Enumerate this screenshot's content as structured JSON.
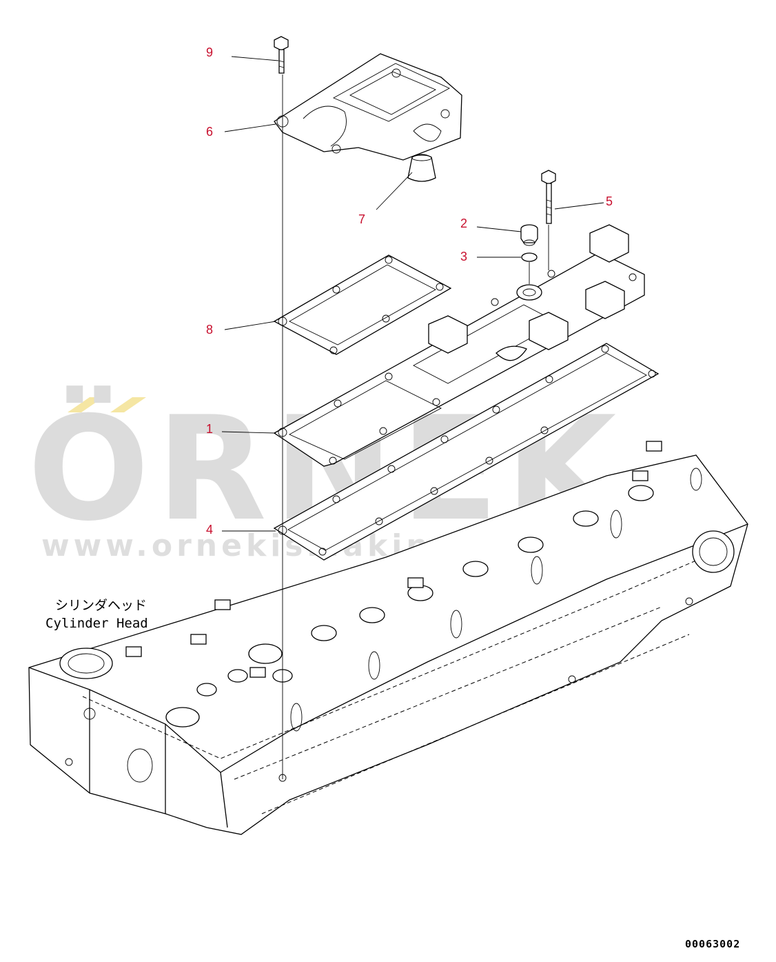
{
  "diagram": {
    "callouts": [
      {
        "label": "1"
      },
      {
        "label": "2"
      },
      {
        "label": "3"
      },
      {
        "label": "4"
      },
      {
        "label": "5"
      },
      {
        "label": "6"
      },
      {
        "label": "7"
      },
      {
        "label": "8"
      },
      {
        "label": "9"
      }
    ],
    "caption": {
      "japanese": "シリンダヘッド",
      "english": "Cylinder Head"
    },
    "drawing_number": "00063002",
    "watermark": {
      "logo": "ÖRNEK",
      "url": "www.ornekismakina.com"
    },
    "colors": {
      "callout": "#c8102e",
      "line": "#000000",
      "watermark": "#dcdcdc",
      "watermark_accent": "#f5e6a3"
    }
  }
}
